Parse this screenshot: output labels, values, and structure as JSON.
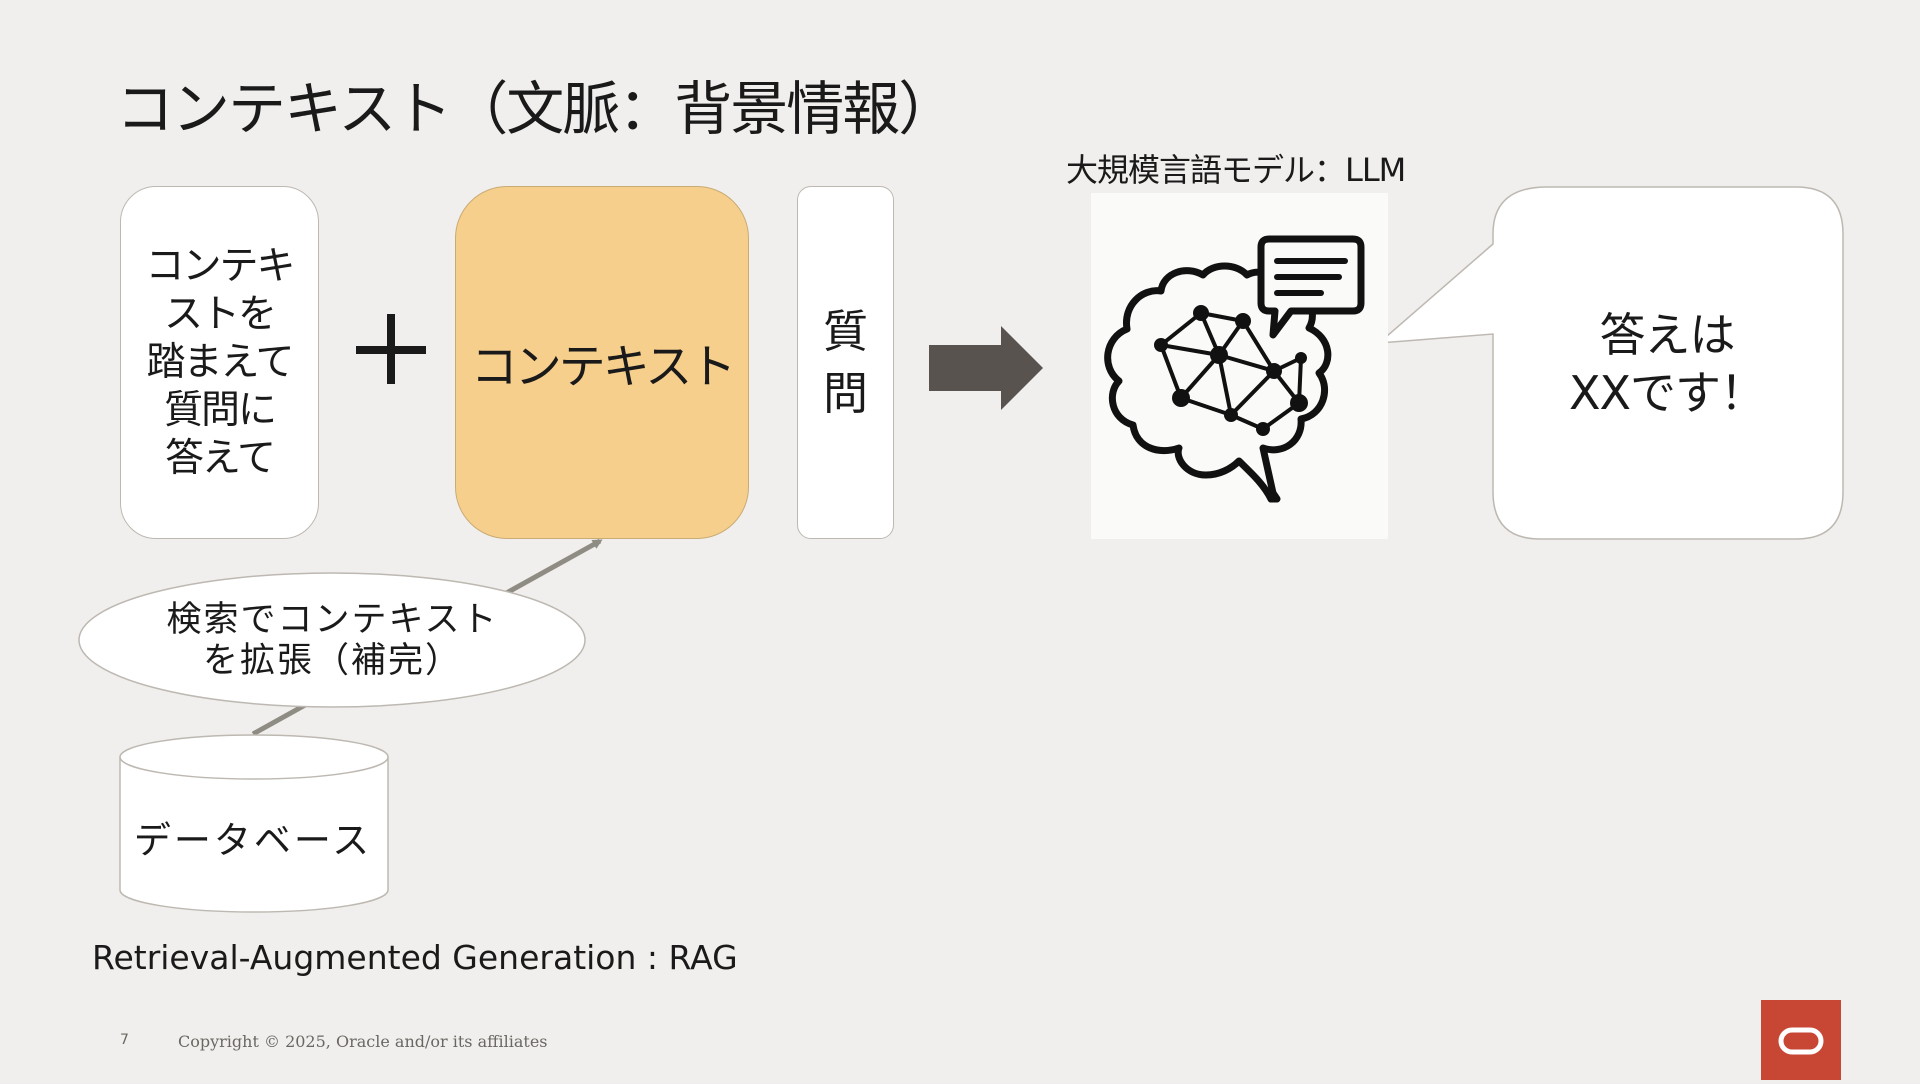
{
  "slide": {
    "title": "コンテキスト（文脈：背景情報）",
    "instruction_box": {
      "lines": [
        "コンテキ",
        "ストを",
        "踏まえて",
        "質問に",
        "答えて"
      ]
    },
    "context_box": {
      "label": "コンテキスト"
    },
    "question_box": {
      "lines": [
        "質",
        "問"
      ]
    },
    "llm": {
      "label": "大規模言語モデル：LLM"
    },
    "answer_bubble": {
      "lines": [
        "答えは",
        "XXです！"
      ]
    },
    "search_ellipse": {
      "lines": [
        "検索でコンテキスト",
        "を拡張（補完）"
      ]
    },
    "database": {
      "label": "データベース"
    },
    "rag_label": "Retrieval-Augmented Generation : RAG"
  },
  "footer": {
    "page_number": "7",
    "copyright": "Copyright © 2025, Oracle and/or its affiliates"
  },
  "colors": {
    "background": "#f1efed",
    "context_fill": "#f6cf8c",
    "arrow": "#58534e",
    "connector": "#8f8c84",
    "brand": "#c74634"
  },
  "icons": [
    "plus-icon",
    "right-arrow-icon",
    "brain-network-icon",
    "chat-bubble-icon",
    "oracle-logo-icon"
  ]
}
